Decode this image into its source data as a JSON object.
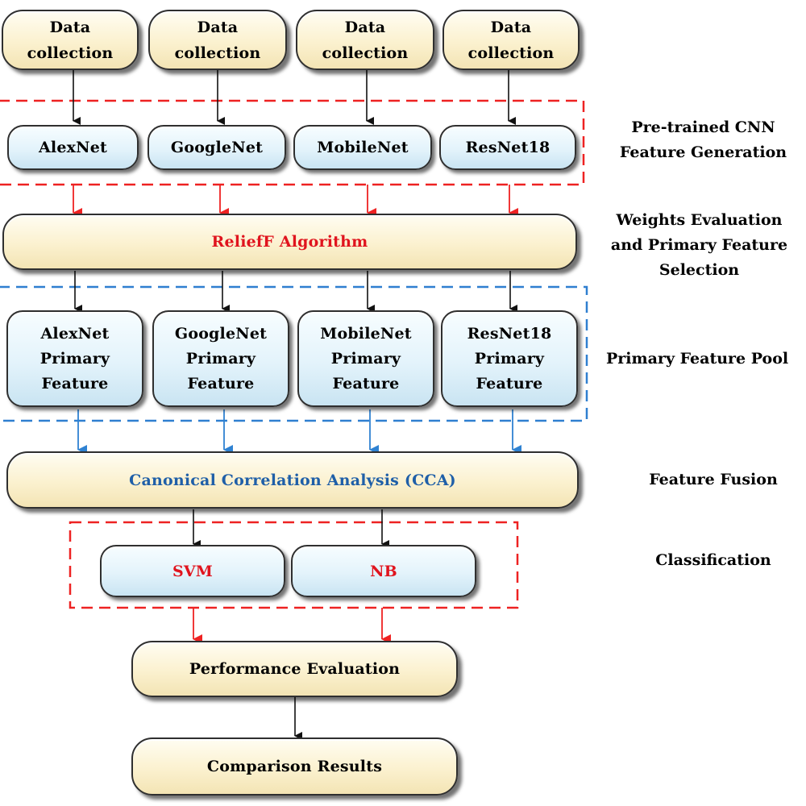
{
  "colors": {
    "red_dash": "#ee2222",
    "blue_dash": "#2f7fd0",
    "red_arrow": "#ee2222",
    "blue_arrow": "#2f82d2",
    "black_arrow": "#111111"
  },
  "data_collection": [
    "Data\ncollection",
    "Data\ncollection",
    "Data\ncollection",
    "Data\ncollection"
  ],
  "cnn_models": [
    "AlexNet",
    "GoogleNet",
    "MobileNet",
    "ResNet18"
  ],
  "relieff": "ReliefF Algorithm",
  "primary_features": [
    "AlexNet\nPrimary\nFeature",
    "GoogleNet\nPrimary\nFeature",
    "MobileNet\nPrimary\nFeature",
    "ResNet18\nPrimary\nFeature"
  ],
  "cca": "Canonical Correlation Analysis (CCA)",
  "classifiers": [
    "SVM",
    "NB"
  ],
  "performance": "Performance Evaluation",
  "comparison": "Comparison Results",
  "side_labels": {
    "cnn_generation": "Pre-trained CNN\nFeature Generation",
    "weights": "Weights Evaluation\nand Primary Feature\nSelection",
    "pool": "Primary  Feature Pool",
    "fusion": "Feature Fusion",
    "classification": "Classification"
  }
}
